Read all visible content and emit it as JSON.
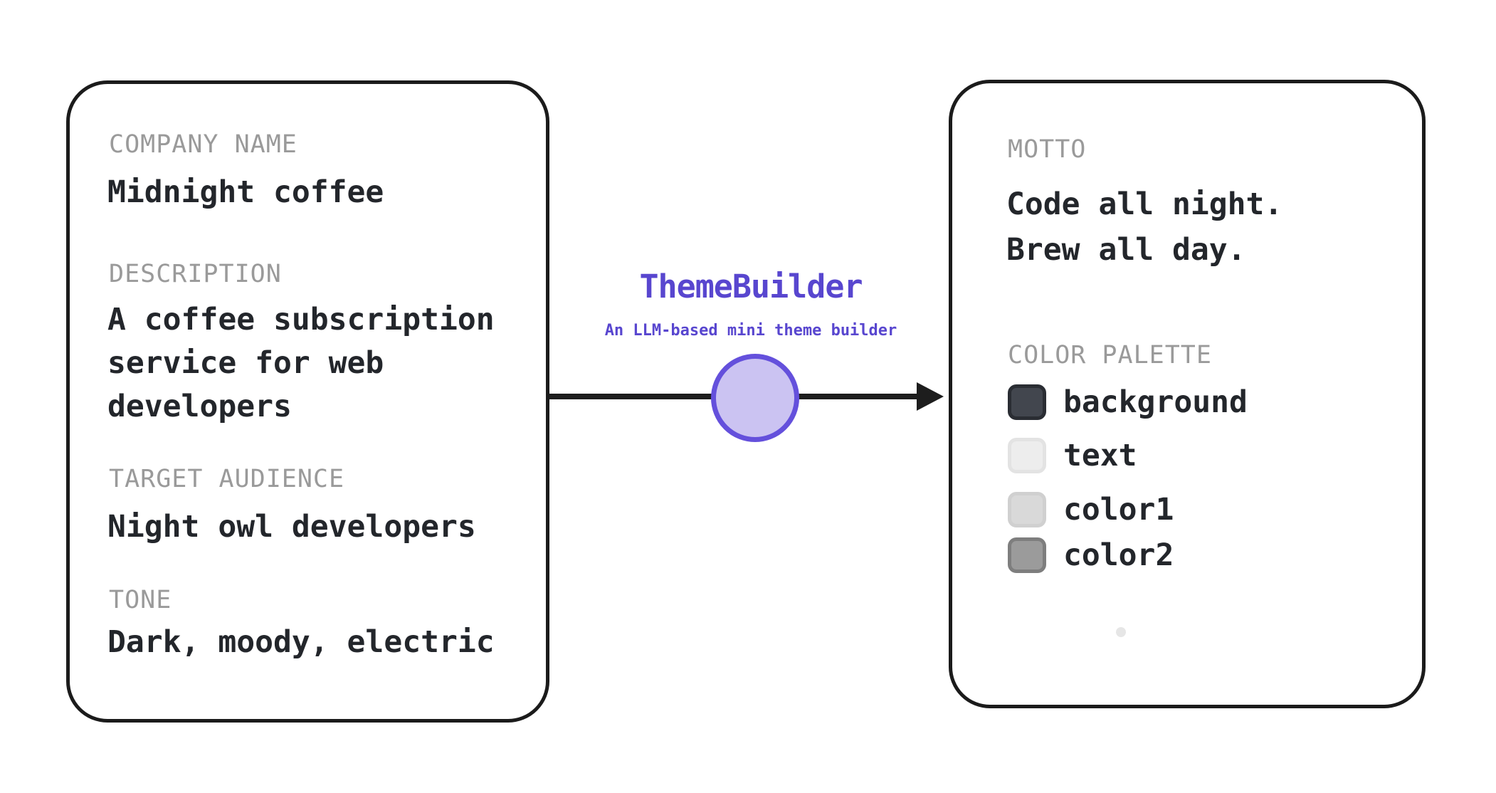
{
  "colors": {
    "accent_purple": "#5846cf",
    "circle_fill": "#cbc3f2",
    "circle_border": "#6450dc",
    "card_border": "#1b1b1b",
    "arrow": "#1d1d1d",
    "label_gray": "#9a9a9a",
    "text_dark": "#23262b"
  },
  "left_card": {
    "sections": [
      {
        "label": "COMPANY NAME",
        "value": "Midnight coffee"
      },
      {
        "label": "DESCRIPTION",
        "value": "A coffee subscription\nservice for web\ndevelopers"
      },
      {
        "label": "TARGET AUDIENCE",
        "value": "Night owl developers"
      },
      {
        "label": "TONE",
        "value": "Dark, moody, electric"
      }
    ]
  },
  "builder": {
    "title": "ThemeBuilder",
    "subtitle": "An LLM-based mini theme builder"
  },
  "right_card": {
    "motto_label": "MOTTO",
    "motto_value": "Code all night.\nBrew all day.",
    "palette_label": "COLOR PALETTE",
    "palette": [
      {
        "name": "background",
        "fill": "#42464e",
        "border": "#2a2d33"
      },
      {
        "name": "text",
        "fill": "#ededed",
        "border": "#e3e3e3"
      },
      {
        "name": "color1",
        "fill": "#d9d9d9",
        "border": "#d0d0d0"
      },
      {
        "name": "color2",
        "fill": "#9b9b9b",
        "border": "#7e7e7e"
      }
    ]
  }
}
